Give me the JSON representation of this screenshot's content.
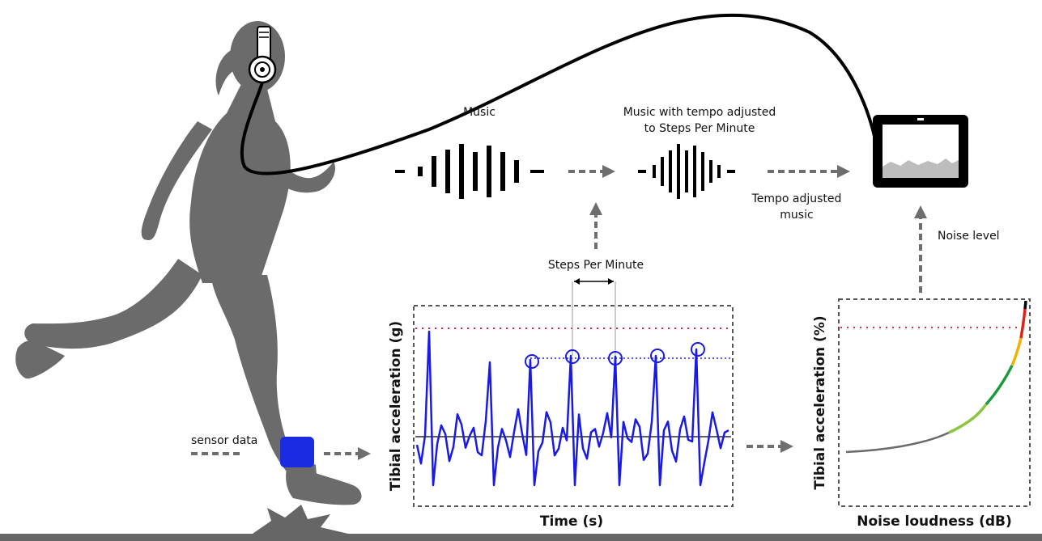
{
  "labels": {
    "music": "Music",
    "music_tempo_line1": "Music with tempo adjusted",
    "music_tempo_line2": "to Steps Per Minute",
    "tempo_music_line1": "Tempo adjusted",
    "tempo_music_line2": "music",
    "noise_level": "Noise level",
    "steps_per_minute": "Steps Per Minute",
    "sensor_data": "sensor data"
  },
  "accel_plot": {
    "ylabel": "Tibial acceleration (g)",
    "xlabel": "Time (s)"
  },
  "noise_plot": {
    "ylabel": "Tibial acceleration (%)",
    "xlabel": "Noise loudness (dB)"
  },
  "colors": {
    "runner": "#6b6b6b",
    "sensor": "#1a2be0",
    "signal": "#1a1ae6",
    "threshold": "#e03030",
    "arrow": "#6e6e6e",
    "ground": "#666666",
    "curve_gray": "#6b6b6b",
    "curve_lightgreen": "#8cc63f",
    "curve_green": "#1a9a3a",
    "curve_yellow": "#f0b400",
    "curve_red": "#e0201a",
    "curve_black": "#000000"
  },
  "icons": {
    "headphones": "headphones-icon",
    "tablet": "tablet-icon",
    "sensor": "ankle-sensor-icon"
  }
}
